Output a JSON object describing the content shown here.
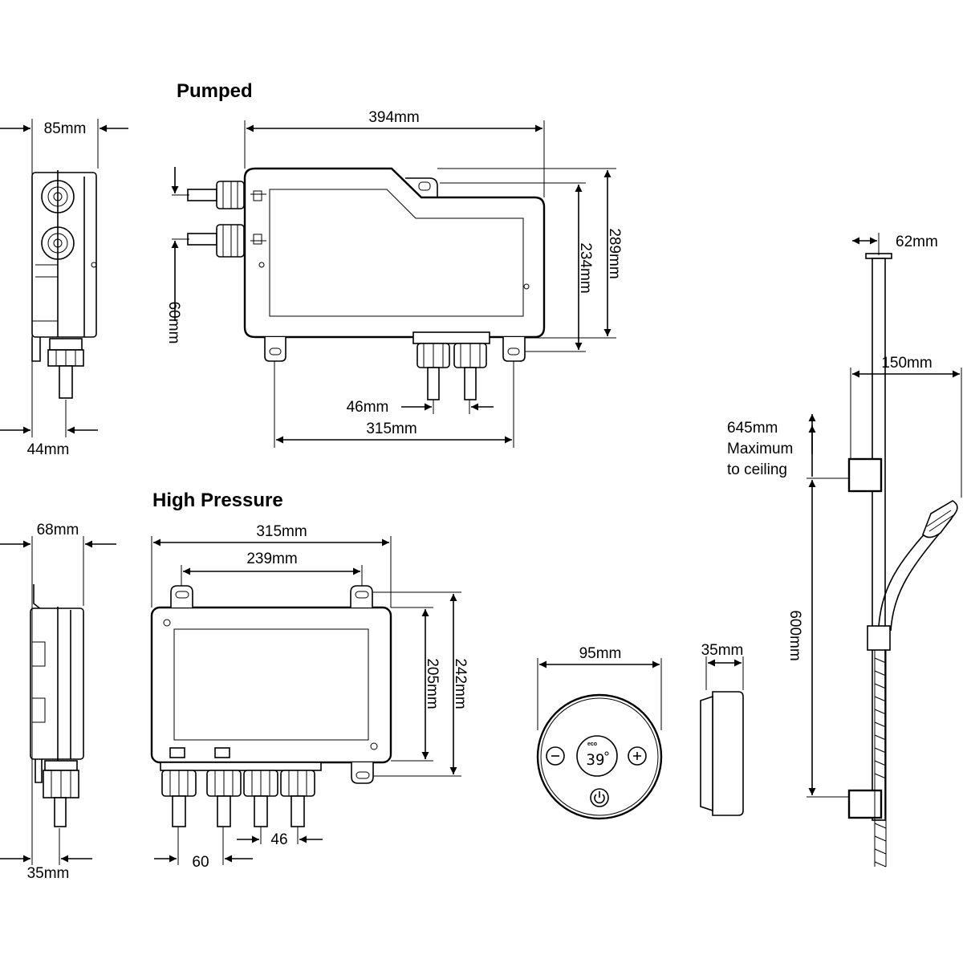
{
  "pumped": {
    "title": "Pumped",
    "dim_width": "394mm",
    "dim_side_depth": "85mm",
    "dim_side_outlet": "44mm",
    "dim_height_outer": "289mm",
    "dim_height_inner": "234mm",
    "dim_inlet_spacing": "60mm",
    "dim_outlet_spacing": "46mm",
    "dim_feet_spacing": "315mm"
  },
  "high_pressure": {
    "title": "High Pressure",
    "dim_width": "315mm",
    "dim_bracket_spacing": "239mm",
    "dim_side_depth": "68mm",
    "dim_side_outlet": "35mm",
    "dim_height_outer": "242mm",
    "dim_height_inner": "205mm",
    "dim_outlet_spacing": "46",
    "dim_outlet_first": "60"
  },
  "controller": {
    "dim_diameter": "95mm",
    "dim_depth": "35mm",
    "display_value": "39",
    "eco_label": "eco"
  },
  "riser": {
    "dim_width": "150mm",
    "dim_offset": "62mm",
    "dim_ceiling_line1": "645mm",
    "dim_ceiling_line2": "Maximum",
    "dim_ceiling_line3": "to ceiling",
    "dim_length": "600mm"
  }
}
